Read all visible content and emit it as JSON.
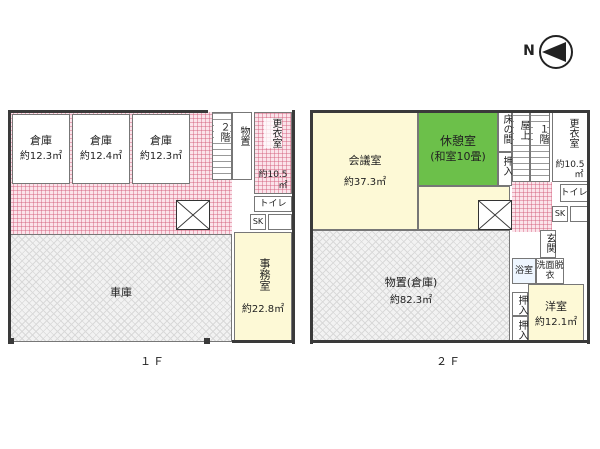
{
  "floor1": {
    "label": "１Ｆ",
    "warehouse1": {
      "name": "倉庫",
      "area": "約12.3㎡"
    },
    "warehouse2": {
      "name": "倉庫",
      "area": "約12.4㎡"
    },
    "warehouse3": {
      "name": "倉庫",
      "area": "約12.3㎡"
    },
    "storage": "物置",
    "locker": {
      "name": "更衣室",
      "area": "約10.5",
      "unit": "㎡"
    },
    "stairs": "２階",
    "toilet": "トイレ",
    "sk": "SK",
    "garage": "車庫",
    "office": {
      "name": "事務室",
      "area": "約22.8㎡"
    }
  },
  "floor2": {
    "label": "２Ｆ",
    "meeting": {
      "name": "会議室",
      "area": "約37.3㎡"
    },
    "lounge": {
      "name": "休憩室",
      "sub": "(和室10畳)"
    },
    "tokonoma": "床の間",
    "oshiire": "押入",
    "rooftop": "屋上",
    "stairs": "１階",
    "locker": {
      "name": "更衣室",
      "area": "約10.5",
      "unit": "㎡"
    },
    "toilet": "トイレ",
    "sk": "SK",
    "storage": {
      "name": "物置(倉庫)",
      "area": "約82.3㎡"
    },
    "genkan": "玄関",
    "bath": "浴室",
    "washroom": "洗面脱衣",
    "western": {
      "name": "洋室",
      "area": "約12.1㎡"
    },
    "oshiire2": "押入",
    "oshiire3": "押入"
  },
  "compass": {
    "letter": "N"
  }
}
